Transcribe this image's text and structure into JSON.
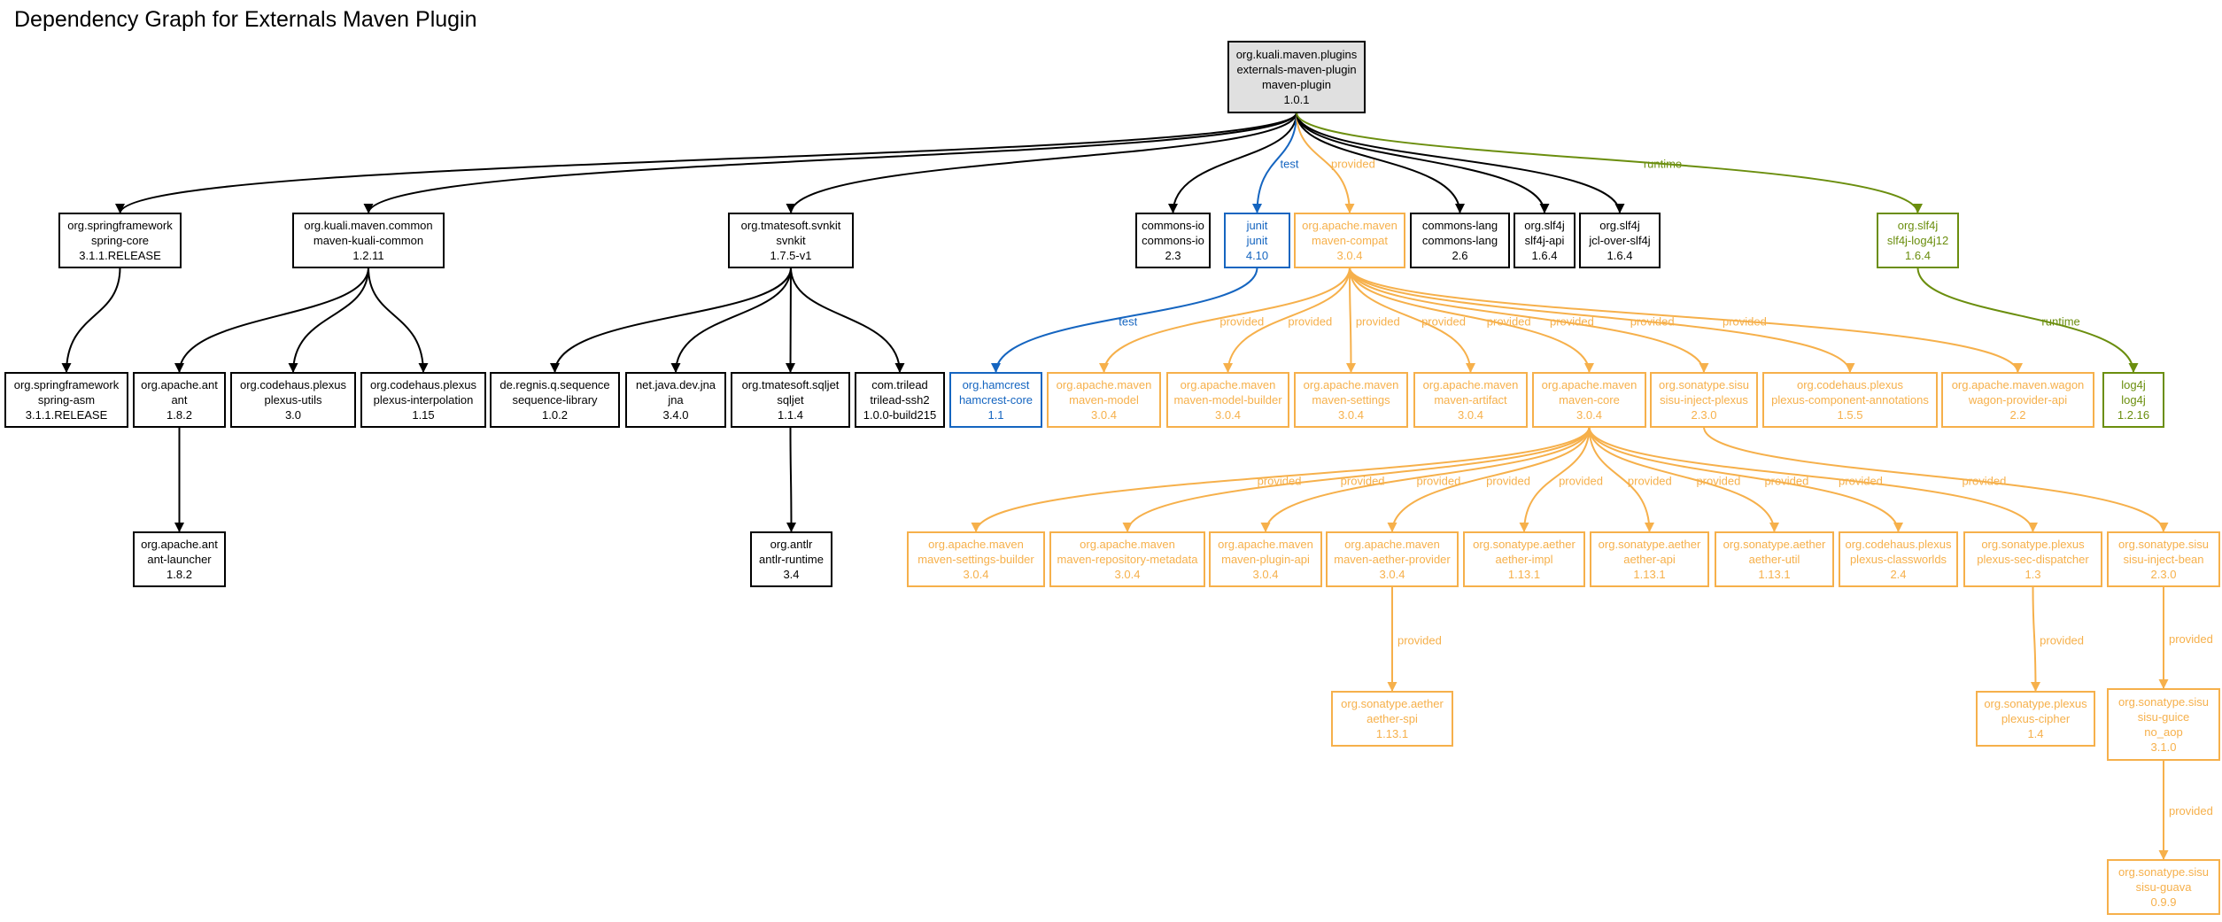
{
  "title": "Dependency Graph for Externals Maven Plugin",
  "colors": {
    "compile": "#000000",
    "test": "#1565c0",
    "provided": "#f6b04b",
    "runtime": "#6b8e0e",
    "root_fill": "#e0e0e0"
  },
  "nodes": [
    {
      "id": "root",
      "lines": [
        "org.kuali.maven.plugins",
        "externals-maven-plugin",
        "maven-plugin",
        "1.0.1"
      ],
      "scope": "compile",
      "root": true
    },
    {
      "id": "spring-core",
      "lines": [
        "org.springframework",
        "spring-core",
        "3.1.1.RELEASE"
      ],
      "scope": "compile"
    },
    {
      "id": "maven-kuali-common",
      "lines": [
        "org.kuali.maven.common",
        "maven-kuali-common",
        "1.2.11"
      ],
      "scope": "compile"
    },
    {
      "id": "svnkit",
      "lines": [
        "org.tmatesoft.svnkit",
        "svnkit",
        "1.7.5-v1"
      ],
      "scope": "compile"
    },
    {
      "id": "commons-io",
      "lines": [
        "commons-io",
        "commons-io",
        "2.3"
      ],
      "scope": "compile"
    },
    {
      "id": "junit",
      "lines": [
        "junit",
        "junit",
        "4.10"
      ],
      "scope": "test"
    },
    {
      "id": "maven-compat",
      "lines": [
        "org.apache.maven",
        "maven-compat",
        "3.0.4"
      ],
      "scope": "provided"
    },
    {
      "id": "commons-lang",
      "lines": [
        "commons-lang",
        "commons-lang",
        "2.6"
      ],
      "scope": "compile"
    },
    {
      "id": "slf4j-api",
      "lines": [
        "org.slf4j",
        "slf4j-api",
        "1.6.4"
      ],
      "scope": "compile"
    },
    {
      "id": "jcl-over-slf4j",
      "lines": [
        "org.slf4j",
        "jcl-over-slf4j",
        "1.6.4"
      ],
      "scope": "compile"
    },
    {
      "id": "slf4j-log4j12",
      "lines": [
        "org.slf4j",
        "slf4j-log4j12",
        "1.6.4"
      ],
      "scope": "runtime"
    },
    {
      "id": "spring-asm",
      "lines": [
        "org.springframework",
        "spring-asm",
        "3.1.1.RELEASE"
      ],
      "scope": "compile"
    },
    {
      "id": "ant",
      "lines": [
        "org.apache.ant",
        "ant",
        "1.8.2"
      ],
      "scope": "compile"
    },
    {
      "id": "plexus-utils",
      "lines": [
        "org.codehaus.plexus",
        "plexus-utils",
        "3.0"
      ],
      "scope": "compile"
    },
    {
      "id": "plexus-interpolation",
      "lines": [
        "org.codehaus.plexus",
        "plexus-interpolation",
        "1.15"
      ],
      "scope": "compile"
    },
    {
      "id": "sequence-library",
      "lines": [
        "de.regnis.q.sequence",
        "sequence-library",
        "1.0.2"
      ],
      "scope": "compile"
    },
    {
      "id": "jna",
      "lines": [
        "net.java.dev.jna",
        "jna",
        "3.4.0"
      ],
      "scope": "compile"
    },
    {
      "id": "sqljet",
      "lines": [
        "org.tmatesoft.sqljet",
        "sqljet",
        "1.1.4"
      ],
      "scope": "compile"
    },
    {
      "id": "trilead-ssh2",
      "lines": [
        "com.trilead",
        "trilead-ssh2",
        "1.0.0-build215"
      ],
      "scope": "compile"
    },
    {
      "id": "hamcrest-core",
      "lines": [
        "org.hamcrest",
        "hamcrest-core",
        "1.1"
      ],
      "scope": "test"
    },
    {
      "id": "maven-model",
      "lines": [
        "org.apache.maven",
        "maven-model",
        "3.0.4"
      ],
      "scope": "provided"
    },
    {
      "id": "maven-model-builder",
      "lines": [
        "org.apache.maven",
        "maven-model-builder",
        "3.0.4"
      ],
      "scope": "provided"
    },
    {
      "id": "maven-settings",
      "lines": [
        "org.apache.maven",
        "maven-settings",
        "3.0.4"
      ],
      "scope": "provided"
    },
    {
      "id": "maven-artifact",
      "lines": [
        "org.apache.maven",
        "maven-artifact",
        "3.0.4"
      ],
      "scope": "provided"
    },
    {
      "id": "maven-core",
      "lines": [
        "org.apache.maven",
        "maven-core",
        "3.0.4"
      ],
      "scope": "provided"
    },
    {
      "id": "sisu-inject-plexus",
      "lines": [
        "org.sonatype.sisu",
        "sisu-inject-plexus",
        "2.3.0"
      ],
      "scope": "provided"
    },
    {
      "id": "plexus-component-annotations",
      "lines": [
        "org.codehaus.plexus",
        "plexus-component-annotations",
        "1.5.5"
      ],
      "scope": "provided"
    },
    {
      "id": "wagon-provider-api",
      "lines": [
        "org.apache.maven.wagon",
        "wagon-provider-api",
        "2.2"
      ],
      "scope": "provided"
    },
    {
      "id": "log4j",
      "lines": [
        "log4j",
        "log4j",
        "1.2.16"
      ],
      "scope": "runtime"
    },
    {
      "id": "ant-launcher",
      "lines": [
        "org.apache.ant",
        "ant-launcher",
        "1.8.2"
      ],
      "scope": "compile"
    },
    {
      "id": "antlr-runtime",
      "lines": [
        "org.antlr",
        "antlr-runtime",
        "3.4"
      ],
      "scope": "compile"
    },
    {
      "id": "maven-settings-builder",
      "lines": [
        "org.apache.maven",
        "maven-settings-builder",
        "3.0.4"
      ],
      "scope": "provided"
    },
    {
      "id": "maven-repository-metadata",
      "lines": [
        "org.apache.maven",
        "maven-repository-metadata",
        "3.0.4"
      ],
      "scope": "provided"
    },
    {
      "id": "maven-plugin-api",
      "lines": [
        "org.apache.maven",
        "maven-plugin-api",
        "3.0.4"
      ],
      "scope": "provided"
    },
    {
      "id": "maven-aether-provider",
      "lines": [
        "org.apache.maven",
        "maven-aether-provider",
        "3.0.4"
      ],
      "scope": "provided"
    },
    {
      "id": "aether-impl",
      "lines": [
        "org.sonatype.aether",
        "aether-impl",
        "1.13.1"
      ],
      "scope": "provided"
    },
    {
      "id": "aether-api",
      "lines": [
        "org.sonatype.aether",
        "aether-api",
        "1.13.1"
      ],
      "scope": "provided"
    },
    {
      "id": "aether-util",
      "lines": [
        "org.sonatype.aether",
        "aether-util",
        "1.13.1"
      ],
      "scope": "provided"
    },
    {
      "id": "plexus-classworlds",
      "lines": [
        "org.codehaus.plexus",
        "plexus-classworlds",
        "2.4"
      ],
      "scope": "provided"
    },
    {
      "id": "plexus-sec-dispatcher",
      "lines": [
        "org.sonatype.plexus",
        "plexus-sec-dispatcher",
        "1.3"
      ],
      "scope": "provided"
    },
    {
      "id": "sisu-inject-bean",
      "lines": [
        "org.sonatype.sisu",
        "sisu-inject-bean",
        "2.3.0"
      ],
      "scope": "provided"
    },
    {
      "id": "aether-spi",
      "lines": [
        "org.sonatype.aether",
        "aether-spi",
        "1.13.1"
      ],
      "scope": "provided"
    },
    {
      "id": "plexus-cipher",
      "lines": [
        "org.sonatype.plexus",
        "plexus-cipher",
        "1.4"
      ],
      "scope": "provided"
    },
    {
      "id": "sisu-guice",
      "lines": [
        "org.sonatype.sisu",
        "sisu-guice",
        "no_aop",
        "3.1.0"
      ],
      "scope": "provided"
    },
    {
      "id": "sisu-guava",
      "lines": [
        "org.sonatype.sisu",
        "sisu-guava",
        "0.9.9"
      ],
      "scope": "provided"
    }
  ],
  "edges": [
    {
      "from": "root",
      "to": "spring-core",
      "scope": "compile",
      "label": ""
    },
    {
      "from": "root",
      "to": "maven-kuali-common",
      "scope": "compile",
      "label": ""
    },
    {
      "from": "root",
      "to": "svnkit",
      "scope": "compile",
      "label": ""
    },
    {
      "from": "root",
      "to": "commons-io",
      "scope": "compile",
      "label": ""
    },
    {
      "from": "root",
      "to": "junit",
      "scope": "test",
      "label": "test"
    },
    {
      "from": "root",
      "to": "maven-compat",
      "scope": "provided",
      "label": "provided"
    },
    {
      "from": "root",
      "to": "commons-lang",
      "scope": "compile",
      "label": ""
    },
    {
      "from": "root",
      "to": "slf4j-api",
      "scope": "compile",
      "label": ""
    },
    {
      "from": "root",
      "to": "jcl-over-slf4j",
      "scope": "compile",
      "label": ""
    },
    {
      "from": "root",
      "to": "slf4j-log4j12",
      "scope": "runtime",
      "label": "runtime"
    },
    {
      "from": "spring-core",
      "to": "spring-asm",
      "scope": "compile",
      "label": ""
    },
    {
      "from": "maven-kuali-common",
      "to": "ant",
      "scope": "compile",
      "label": ""
    },
    {
      "from": "maven-kuali-common",
      "to": "plexus-utils",
      "scope": "compile",
      "label": ""
    },
    {
      "from": "maven-kuali-common",
      "to": "plexus-interpolation",
      "scope": "compile",
      "label": ""
    },
    {
      "from": "svnkit",
      "to": "sequence-library",
      "scope": "compile",
      "label": ""
    },
    {
      "from": "svnkit",
      "to": "jna",
      "scope": "compile",
      "label": ""
    },
    {
      "from": "svnkit",
      "to": "sqljet",
      "scope": "compile",
      "label": ""
    },
    {
      "from": "svnkit",
      "to": "trilead-ssh2",
      "scope": "compile",
      "label": ""
    },
    {
      "from": "junit",
      "to": "hamcrest-core",
      "scope": "test",
      "label": "test"
    },
    {
      "from": "maven-compat",
      "to": "maven-model",
      "scope": "provided",
      "label": "provided"
    },
    {
      "from": "maven-compat",
      "to": "maven-model-builder",
      "scope": "provided",
      "label": "provided"
    },
    {
      "from": "maven-compat",
      "to": "maven-settings",
      "scope": "provided",
      "label": "provided"
    },
    {
      "from": "maven-compat",
      "to": "maven-artifact",
      "scope": "provided",
      "label": "provided"
    },
    {
      "from": "maven-compat",
      "to": "maven-core",
      "scope": "provided",
      "label": "provided"
    },
    {
      "from": "maven-compat",
      "to": "sisu-inject-plexus",
      "scope": "provided",
      "label": "provided"
    },
    {
      "from": "maven-compat",
      "to": "plexus-component-annotations",
      "scope": "provided",
      "label": "provided"
    },
    {
      "from": "maven-compat",
      "to": "wagon-provider-api",
      "scope": "provided",
      "label": "provided"
    },
    {
      "from": "slf4j-log4j12",
      "to": "log4j",
      "scope": "runtime",
      "label": "runtime"
    },
    {
      "from": "ant",
      "to": "ant-launcher",
      "scope": "compile",
      "label": ""
    },
    {
      "from": "sqljet",
      "to": "antlr-runtime",
      "scope": "compile",
      "label": ""
    },
    {
      "from": "maven-core",
      "to": "maven-settings-builder",
      "scope": "provided",
      "label": "provided"
    },
    {
      "from": "maven-core",
      "to": "maven-repository-metadata",
      "scope": "provided",
      "label": "provided"
    },
    {
      "from": "maven-core",
      "to": "maven-plugin-api",
      "scope": "provided",
      "label": "provided"
    },
    {
      "from": "maven-core",
      "to": "maven-aether-provider",
      "scope": "provided",
      "label": "provided"
    },
    {
      "from": "maven-core",
      "to": "aether-impl",
      "scope": "provided",
      "label": "provided"
    },
    {
      "from": "maven-core",
      "to": "aether-api",
      "scope": "provided",
      "label": "provided"
    },
    {
      "from": "maven-core",
      "to": "aether-util",
      "scope": "provided",
      "label": "provided"
    },
    {
      "from": "maven-core",
      "to": "plexus-classworlds",
      "scope": "provided",
      "label": "provided"
    },
    {
      "from": "maven-core",
      "to": "plexus-sec-dispatcher",
      "scope": "provided",
      "label": "provided"
    },
    {
      "from": "sisu-inject-plexus",
      "to": "sisu-inject-bean",
      "scope": "provided",
      "label": "provided"
    },
    {
      "from": "maven-aether-provider",
      "to": "aether-spi",
      "scope": "provided",
      "label": "provided"
    },
    {
      "from": "plexus-sec-dispatcher",
      "to": "plexus-cipher",
      "scope": "provided",
      "label": "provided"
    },
    {
      "from": "sisu-inject-bean",
      "to": "sisu-guice",
      "scope": "provided",
      "label": "provided"
    },
    {
      "from": "sisu-guice",
      "to": "sisu-guava",
      "scope": "provided",
      "label": "provided"
    }
  ]
}
